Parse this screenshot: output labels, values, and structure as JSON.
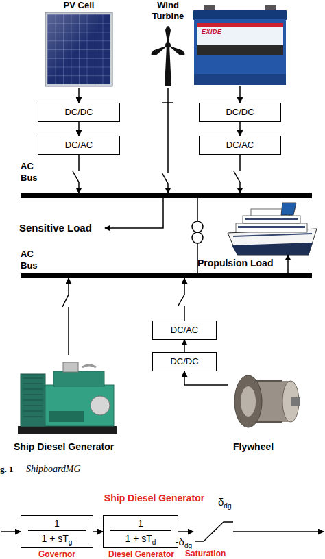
{
  "diagram": {
    "caption": "ShipboardMG",
    "nodes": [
      {
        "text": [
          "PV Cell"
        ]
      },
      {
        "text": [
          "Wind Turbine"
        ]
      },
      {
        "text": [
          "EXIDE"
        ]
      },
      {
        "text": [
          "DC/DC"
        ]
      },
      {
        "text": [
          "DC/AC"
        ]
      },
      {
        "text": [
          "DC/DC"
        ]
      },
      {
        "text": [
          "DC/AC"
        ]
      },
      {
        "text": [
          "AC Bus"
        ]
      },
      {
        "text": [
          "Propulsion Load"
        ]
      },
      {
        "text": [
          "AC Bus"
        ]
      },
      {
        "text": [
          "DC/AC"
        ]
      },
      {
        "text": [
          "DC/DC"
        ]
      },
      {
        "text": [
          "Ship Diesel Generator"
        ]
      },
      {
        "text": [
          "Flywheel"
        ]
      },
      {
        "text": [
          "1",
          "1 + sT",
          "g",
          "Governor"
        ]
      },
      {
        "text": [
          "1",
          "1 + sT",
          "d",
          "Diesel Generator"
        ]
      },
      {
        "text": [
          "δ",
          "dg",
          "-δ",
          "dg",
          "Saturation"
        ]
      }
    ],
    "edges": [
      {
        "from": 0,
        "to": 3,
        "arrow": "to"
      },
      {
        "from": 3,
        "to": 4,
        "arrow": "to"
      },
      {
        "from": 4,
        "to": 7,
        "arrow": "to"
      },
      {
        "from": 1,
        "to": 7,
        "arrow": "to"
      },
      {
        "from": 2,
        "to": 5,
        "arrow": "to"
      },
      {
        "from": 5,
        "to": 6,
        "arrow": "to"
      },
      {
        "from": 6,
        "to": 7,
        "arrow": "to"
      },
      {
        "from": 7,
        "to": 9,
        "arrow": "none"
      },
      {
        "from": 9,
        "to": 8,
        "arrow": "to"
      },
      {
        "from": 12,
        "to": 9,
        "arrow": "to"
      },
      {
        "from": 10,
        "to": 9,
        "arrow": "to"
      },
      {
        "from": 11,
        "to": 10,
        "arrow": "to"
      },
      {
        "from": 13,
        "to": 11,
        "arrow": "to"
      },
      {
        "from": 14,
        "to": 15,
        "arrow": "to"
      },
      {
        "from": 15,
        "to": 16,
        "arrow": "to"
      }
    ],
    "labels": [
      "Sensitive Load",
      "g. 1",
      "Ship Diesel Generator"
    ]
  }
}
